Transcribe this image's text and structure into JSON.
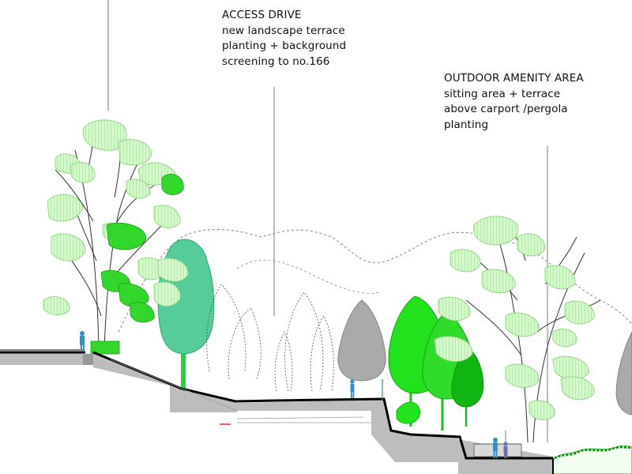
{
  "annotations": {
    "access_drive": {
      "title": "ACCESS DRIVE",
      "lines": [
        "new landscape terrace",
        "planting + background",
        "screening to no.166"
      ]
    },
    "outdoor_amenity": {
      "title": "OUTDOOR AMENITY AREA",
      "lines": [
        "sitting area + terrace",
        "above carport /pergola",
        "planting"
      ]
    }
  },
  "colors": {
    "foliage_light": "#c8f0c0",
    "foliage_mid": "#33d62b",
    "foliage_bright": "#22e21c",
    "foliage_teal": "#55cc99",
    "foliage_dark_green": "#11b511",
    "tree_grey": "#aaaaaa",
    "ground_fill": "#bdbdbd",
    "ground_line": "#000000",
    "figure_blue": "#3a8fc0",
    "accent_red": "#e03020"
  }
}
